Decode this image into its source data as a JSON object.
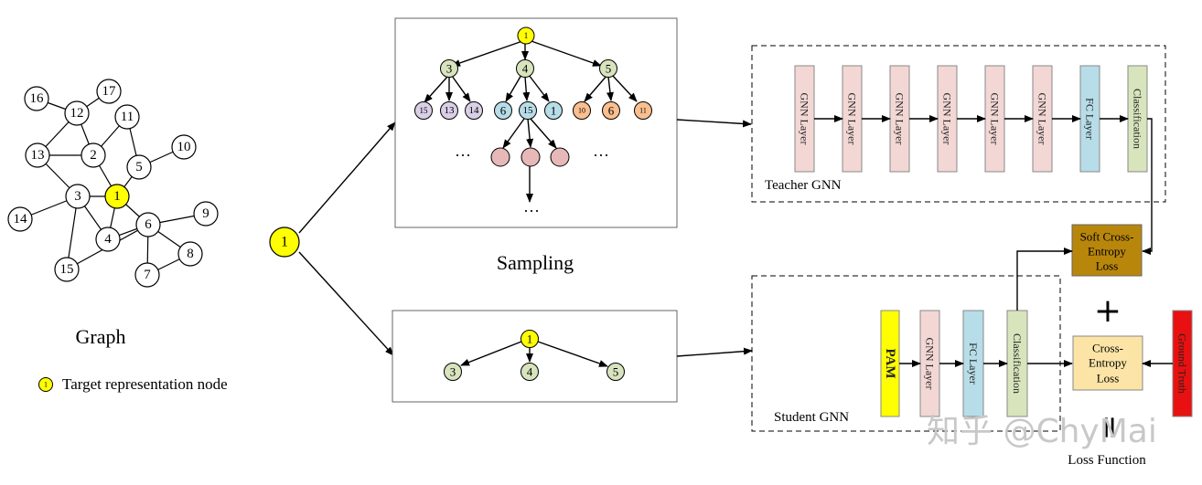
{
  "graph": {
    "title": "Graph",
    "legend": "Target representation node",
    "legend_marker": "1",
    "nodes": [
      "1",
      "2",
      "3",
      "4",
      "5",
      "6",
      "7",
      "8",
      "9",
      "10",
      "11",
      "12",
      "13",
      "14",
      "15",
      "16",
      "17"
    ],
    "target_color": "#ffff00"
  },
  "input_node": "1",
  "sampling": {
    "label": "Sampling",
    "tree": {
      "root": "1",
      "level1": [
        "3",
        "4",
        "5"
      ],
      "level2": [
        "15",
        "13",
        "14",
        "6",
        "15",
        "1",
        "10",
        "6",
        "11"
      ],
      "ellipsis": "···"
    }
  },
  "student_tree": {
    "root": "1",
    "children": [
      "3",
      "4",
      "5"
    ]
  },
  "teacher": {
    "label": "Teacher GNN",
    "layers": [
      "GNN Layer",
      "GNN Layer",
      "GNN Layer",
      "GNN Layer",
      "GNN Layer",
      "GNN Layer",
      "FC Layer",
      "Classification"
    ]
  },
  "student": {
    "label": "Student GNN",
    "layers": [
      "PAM",
      "GNN Layer",
      "FC Layer",
      "Classification"
    ]
  },
  "loss": {
    "soft_ce": [
      "Soft Cross-",
      "Entropy",
      "Loss"
    ],
    "ce": [
      "Cross-",
      "Entropy",
      "Loss"
    ],
    "plus": "+",
    "equals": "=",
    "function_label": "Loss Function",
    "ground_truth": "Ground Truth"
  },
  "watermark": "知乎 @ChyMai",
  "colors": {
    "gnn_layer": "#f2d7d5",
    "fc_layer": "#b7dde8",
    "classification": "#d8e4bc",
    "pam": "#ffff00",
    "soft_ce": "#b8860b",
    "ce": "#fce4a6",
    "ground_truth": "#e81010",
    "green_node": "#d7e4bd",
    "purple_node": "#d9cfe6",
    "blue_node": "#b7dde8",
    "orange_node": "#fabf8f",
    "pink_node": "#e6b8b7"
  }
}
